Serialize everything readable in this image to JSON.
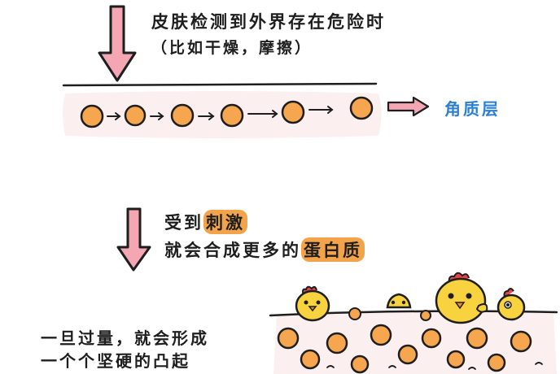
{
  "top_caption": {
    "line1": "皮肤检测到外界存在危险时",
    "line2": "（比如干燥，摩擦）"
  },
  "layer_label": "角质层",
  "middle_caption": {
    "line1_before": "受到",
    "line1_highlight": "刺激",
    "line2_before": "就会合成更多的",
    "line2_highlight": "蛋白质"
  },
  "bottom_caption": {
    "line1": "一旦过量，就会形成",
    "line2": "一个个坚硬的凸起"
  },
  "colors": {
    "arrow_fill": "#f4a7b3",
    "cell_fill": "#f6a64f",
    "band_fill": "#fbeff0",
    "highlight": "#f3a44a",
    "label_blue": "#2b7fd6",
    "chick_yellow": "#f8d23f",
    "chick_comb": "#e8424a"
  }
}
